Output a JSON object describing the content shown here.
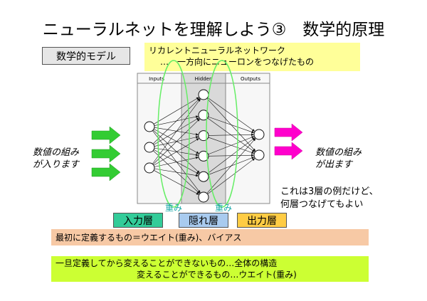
{
  "title": "ニューラルネットを理解しよう③　数学的原理",
  "model_label": "数学的モデル",
  "note": {
    "line1": "リカレントニューラルネットワーク",
    "line2": "…　一方向にニューロンをつなげたもの"
  },
  "network": {
    "column_headers": [
      "Inputs",
      "Hidden",
      "Outputs"
    ],
    "input_nodes": 3,
    "hidden_nodes": 6,
    "output_nodes": 2
  },
  "left_text": {
    "line1": "数値の組み",
    "line2": "が入ります"
  },
  "right_text": {
    "line1": "数値の組み",
    "line2": "が出ます"
  },
  "example_note": {
    "line1": "これは3層の例だけど、",
    "line2": "何層つなげてもよい"
  },
  "layers": {
    "input": "入力層",
    "hidden": "隠れ層",
    "output": "出力層"
  },
  "weight_label": "重み",
  "bar1": "最初に定義するもの＝ウエイト(重み)、バイアス",
  "bar2": {
    "line1": "一旦定義してから変えることができないもの…全体の構造",
    "line2": "変えることができるもの…ウエイト(重み)"
  },
  "colors": {
    "green_arrow": "#33cc33",
    "magenta_arrow": "#ff00cc",
    "ellipse": "#66ee66",
    "input_label": "#33cc99",
    "hidden_label": "#a9cbef",
    "output_label": "#ffcc44",
    "bar1": "#f7c9a5",
    "bar2": "#ccff33",
    "note": "#ffff99"
  }
}
